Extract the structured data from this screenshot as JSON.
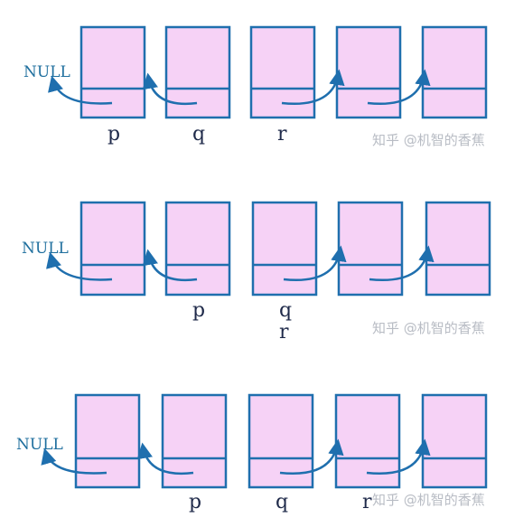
{
  "null_label": "NULL",
  "watermark": "知乎 @机智的香蕉",
  "colors": {
    "node_fill": "#f6d2f6",
    "node_stroke": "#1f6fae",
    "arrow": "#1f6fae",
    "label": "#1f2a4a",
    "watermark": "#b8bcc4"
  },
  "steps": [
    {
      "node_count": 5,
      "reversed_links": 2,
      "pointers": [
        {
          "name": "p",
          "node": 0
        },
        {
          "name": "q",
          "node": 1
        },
        {
          "name": "r",
          "node": 2
        }
      ]
    },
    {
      "node_count": 5,
      "reversed_links": 2,
      "pointers": [
        {
          "name": "p",
          "node": 1
        },
        {
          "name": "q",
          "node": 2
        },
        {
          "name": "r",
          "node": 2
        }
      ]
    },
    {
      "node_count": 5,
      "reversed_links": 2,
      "pointers": [
        {
          "name": "p",
          "node": 1
        },
        {
          "name": "q",
          "node": 2
        },
        {
          "name": "r",
          "node": 3
        }
      ]
    }
  ]
}
